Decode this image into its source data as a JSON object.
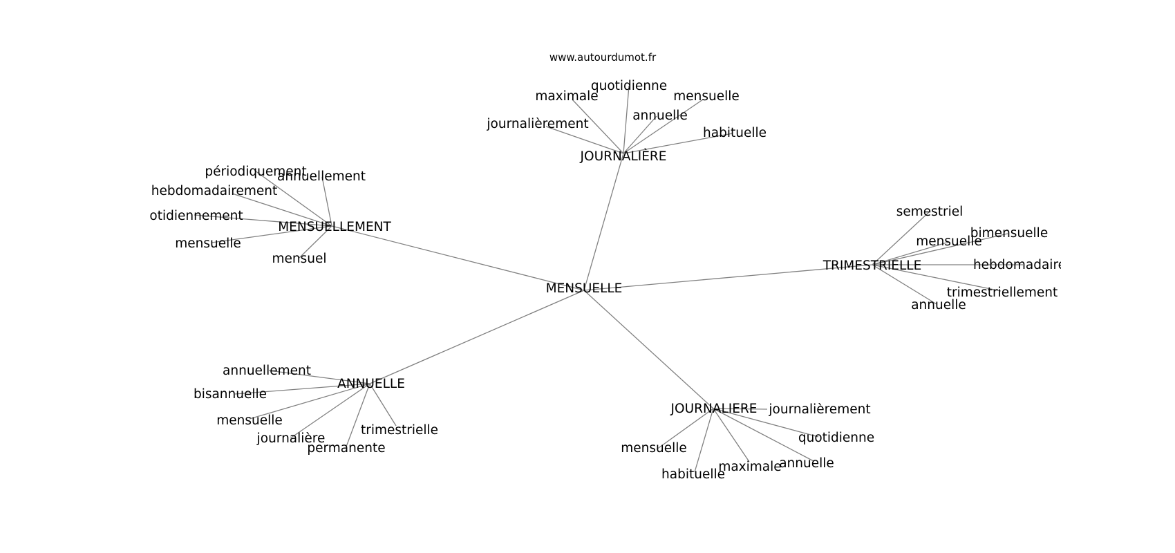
{
  "watermark": "www.autourdumot.fr",
  "center": {
    "id": "center",
    "label": "MENSUELLE"
  },
  "clusters": [
    {
      "id": "journaliere-accent",
      "label": "JOURNALIÈRE",
      "leaves": [
        "maximale",
        "quotidienne",
        "mensuelle",
        "annuelle",
        "journalièrement",
        "habituelle"
      ]
    },
    {
      "id": "mensuellement",
      "label": "MENSUELLEMENT",
      "leaves": [
        "périodiquement",
        "annuellement",
        "hebdomadairement",
        "otidiennement",
        "mensuelle",
        "mensuel"
      ]
    },
    {
      "id": "trimestrielle",
      "label": "TRIMESTRIELLE",
      "leaves": [
        "semestriel",
        "bimensuelle",
        "mensuelle",
        "hebdomadaire",
        "trimestriellement",
        "annuelle"
      ]
    },
    {
      "id": "annuelle",
      "label": "ANNUELLE",
      "leaves": [
        "annuellement",
        "bisannuelle",
        "mensuelle",
        "journalière",
        "permanente",
        "trimestrielle"
      ]
    },
    {
      "id": "journaliere",
      "label": "JOURNALIERE",
      "leaves": [
        "journalièrement",
        "quotidienne",
        "mensuelle",
        "habituelle",
        "maximale",
        "annuelle"
      ]
    }
  ]
}
